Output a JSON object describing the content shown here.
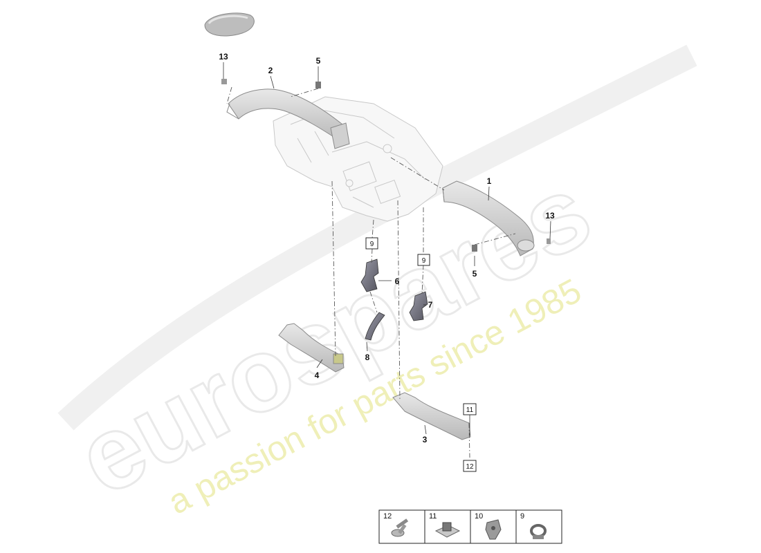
{
  "watermark": {
    "brand": "eurospares",
    "tagline": "a passion for parts since 1985"
  },
  "callouts": [
    {
      "id": "callout-1",
      "label": "1"
    },
    {
      "id": "callout-2",
      "label": "2"
    },
    {
      "id": "callout-3",
      "label": "3"
    },
    {
      "id": "callout-4",
      "label": "4"
    },
    {
      "id": "callout-5a",
      "label": "5"
    },
    {
      "id": "callout-5b",
      "label": "5"
    },
    {
      "id": "callout-6",
      "label": "6"
    },
    {
      "id": "callout-7",
      "label": "7"
    },
    {
      "id": "callout-8",
      "label": "8"
    },
    {
      "id": "callout-13a",
      "label": "13"
    },
    {
      "id": "callout-13b",
      "label": "13"
    }
  ],
  "boxed_callouts": [
    {
      "id": "box-9a",
      "label": "9"
    },
    {
      "id": "box-9b",
      "label": "9"
    },
    {
      "id": "box-11",
      "label": "11"
    },
    {
      "id": "box-12",
      "label": "12"
    }
  ],
  "legend": [
    {
      "number": "12",
      "part": "screw-icon"
    },
    {
      "number": "11",
      "part": "clip-nut-icon"
    },
    {
      "number": "10",
      "part": "plug-clip-icon"
    },
    {
      "number": "9",
      "part": "clamp-icon"
    }
  ]
}
